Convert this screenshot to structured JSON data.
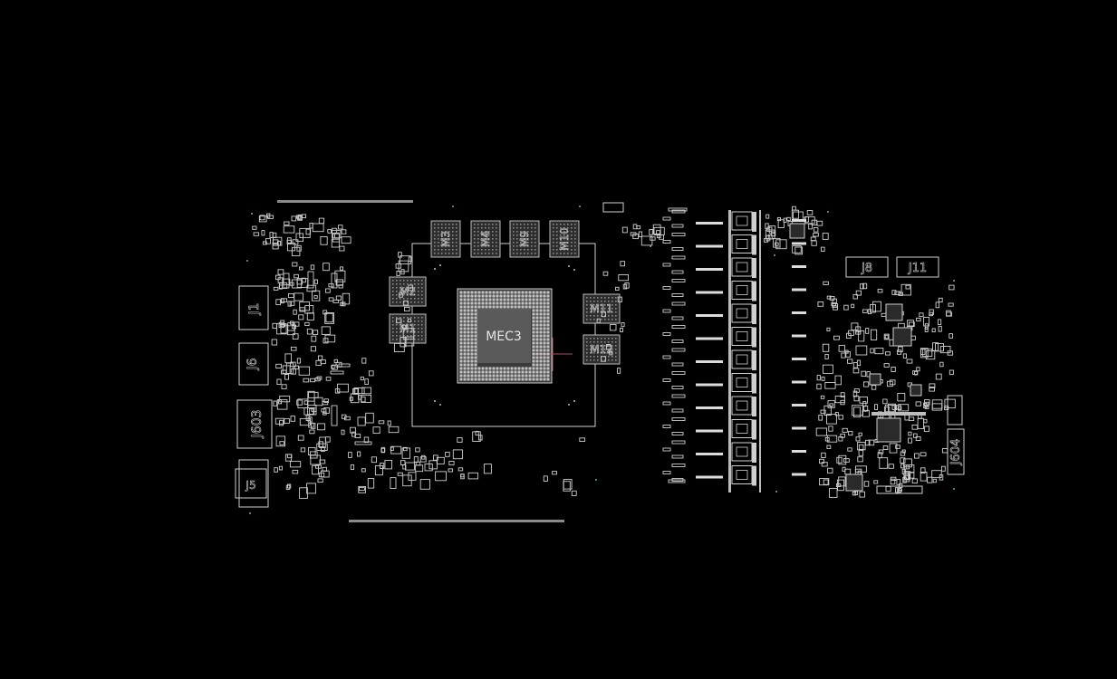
{
  "viewer": {
    "background": "#000000",
    "trace_color": "#d9d9d9",
    "marker_color": "#b05060"
  },
  "components": {
    "gpu": "MEC3",
    "memory": [
      "M3",
      "M4",
      "M9",
      "M10",
      "M2",
      "M1",
      "M11",
      "M12"
    ],
    "connectors": [
      "J1",
      "J6",
      "J603",
      "J5",
      "J8",
      "J11",
      "J604",
      "J9"
    ]
  }
}
